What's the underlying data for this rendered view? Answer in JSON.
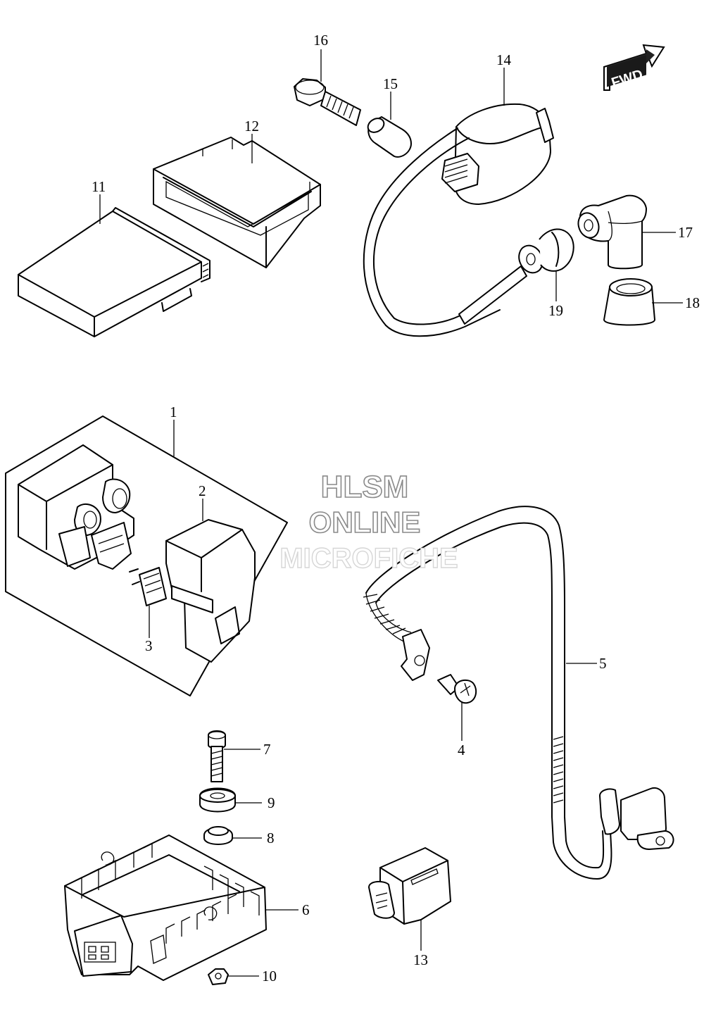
{
  "fwd_label": "FWD",
  "watermark": {
    "line1": "HLSM",
    "line2": "ONLINE",
    "line3": "MICROFICHE"
  },
  "callouts": [
    {
      "id": "1",
      "label": "1"
    },
    {
      "id": "2",
      "label": "2"
    },
    {
      "id": "3",
      "label": "3"
    },
    {
      "id": "4",
      "label": "4"
    },
    {
      "id": "5",
      "label": "5"
    },
    {
      "id": "6",
      "label": "6"
    },
    {
      "id": "7",
      "label": "7"
    },
    {
      "id": "8",
      "label": "8"
    },
    {
      "id": "9",
      "label": "9"
    },
    {
      "id": "10",
      "label": "10"
    },
    {
      "id": "11",
      "label": "11"
    },
    {
      "id": "12",
      "label": "12"
    },
    {
      "id": "13",
      "label": "13"
    },
    {
      "id": "14",
      "label": "14"
    },
    {
      "id": "15",
      "label": "15"
    },
    {
      "id": "16",
      "label": "16"
    },
    {
      "id": "17",
      "label": "17"
    },
    {
      "id": "18",
      "label": "18"
    },
    {
      "id": "19",
      "label": "19"
    }
  ]
}
